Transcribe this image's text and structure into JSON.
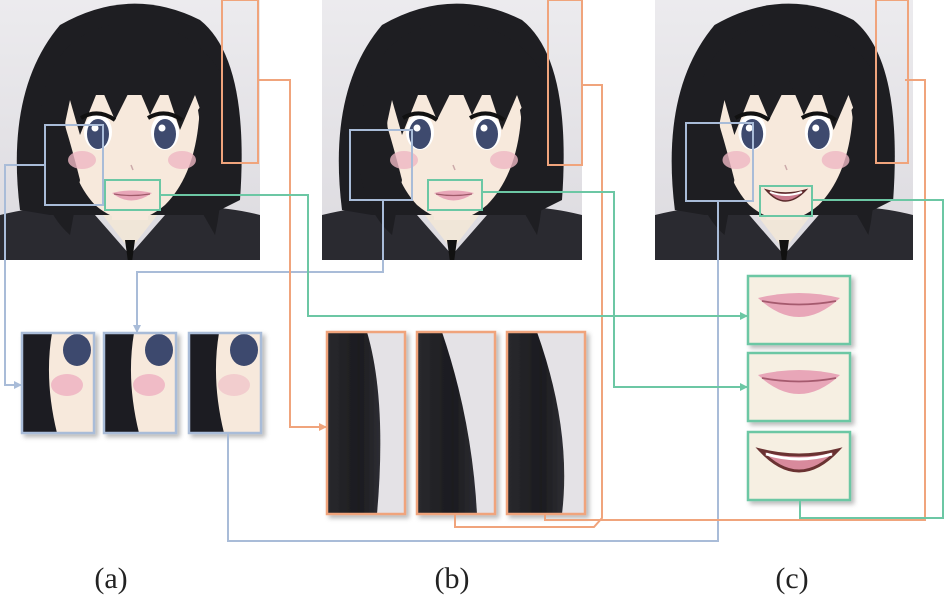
{
  "figure": {
    "panels": [
      {
        "id": "a",
        "label": "(a)"
      },
      {
        "id": "b",
        "label": "(b)"
      },
      {
        "id": "c",
        "label": "(c)"
      }
    ],
    "colors": {
      "cheek_box": "#a9bcd8",
      "hair_box": "#f0a47c",
      "mouth_box": "#6cc7a4",
      "hair": "#1e1e22",
      "skin": "#f7e9dc",
      "blush": "#eeb6c3",
      "lip": "#e8a6b8",
      "eye": "#3e4a6e",
      "shirt": "#2a2a30",
      "collar": "#f0e6d8",
      "background": "#e8e6ea"
    },
    "icons": {
      "portrait": "anime-portrait-image",
      "cheek_crop": "cheek-crop-image",
      "hair_crop": "hair-crop-image",
      "mouth_crop": "mouth-crop-image"
    }
  }
}
